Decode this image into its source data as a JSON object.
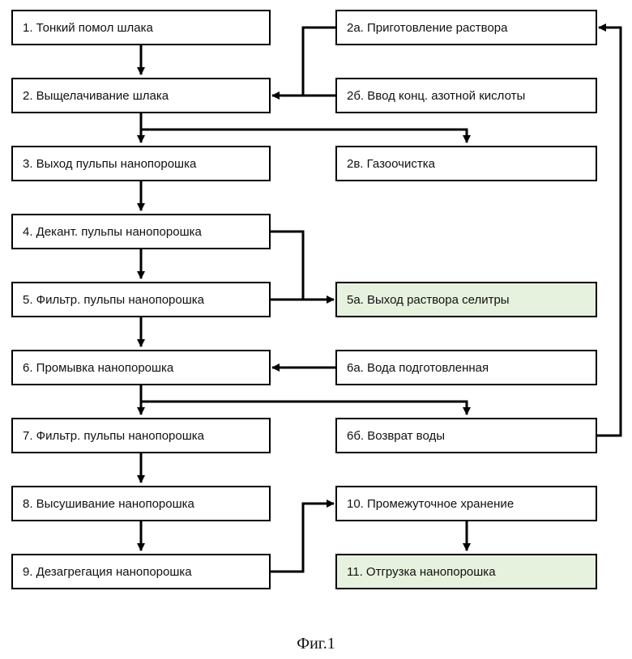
{
  "steps": {
    "s1": "1. Тонкий помол шлака",
    "s2": "2. Выщелачивание шлака",
    "s3": "3. Выход пульпы нанопорошка",
    "s4": "4. Декант. пульпы нанопорошка",
    "s5": "5. Фильтр. пульпы нанопорошка",
    "s6": "6. Промывка нанопорошка",
    "s7": "7. Фильтр. пульпы нанопорошка",
    "s8": "8. Высушивание нанопорошка",
    "s9": "9. Дезагрегация нанопорошка",
    "s2a": "2а. Приготовление раствора",
    "s2b": "2б. Ввод конц. азотной кислоты",
    "s2v": "2в. Газоочистка",
    "s5a": "5а. Выход раствора селитры",
    "s6a": "6а. Вода подготовленная",
    "s6b": "6б. Возврат воды",
    "s10": "10. Промежуточное хранение",
    "s11": "11. Отгрузка нанопорошка"
  },
  "caption": "Фиг.1",
  "colors": {
    "highlight": "#e6f2dd",
    "line": "#000000"
  }
}
